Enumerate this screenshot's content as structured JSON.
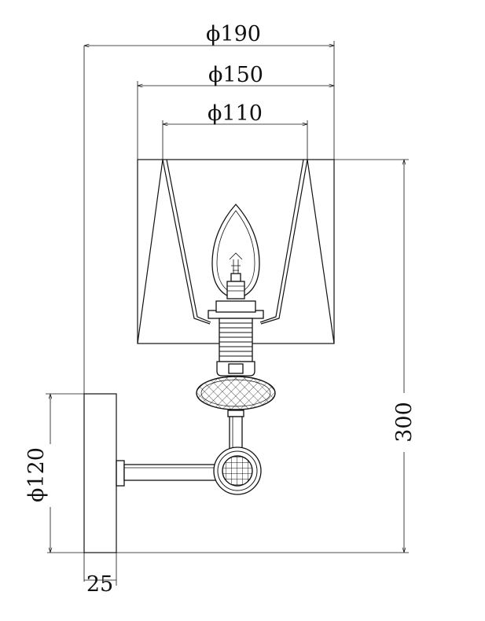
{
  "dimensions": {
    "top_diameter": "ϕ190",
    "mid_diameter": "ϕ150",
    "bottom_diameter": "ϕ110",
    "height": "300",
    "backplate_diameter": "ϕ120",
    "backplate_depth": "25"
  },
  "colors": {
    "line": "#111111",
    "background": "#ffffff"
  }
}
